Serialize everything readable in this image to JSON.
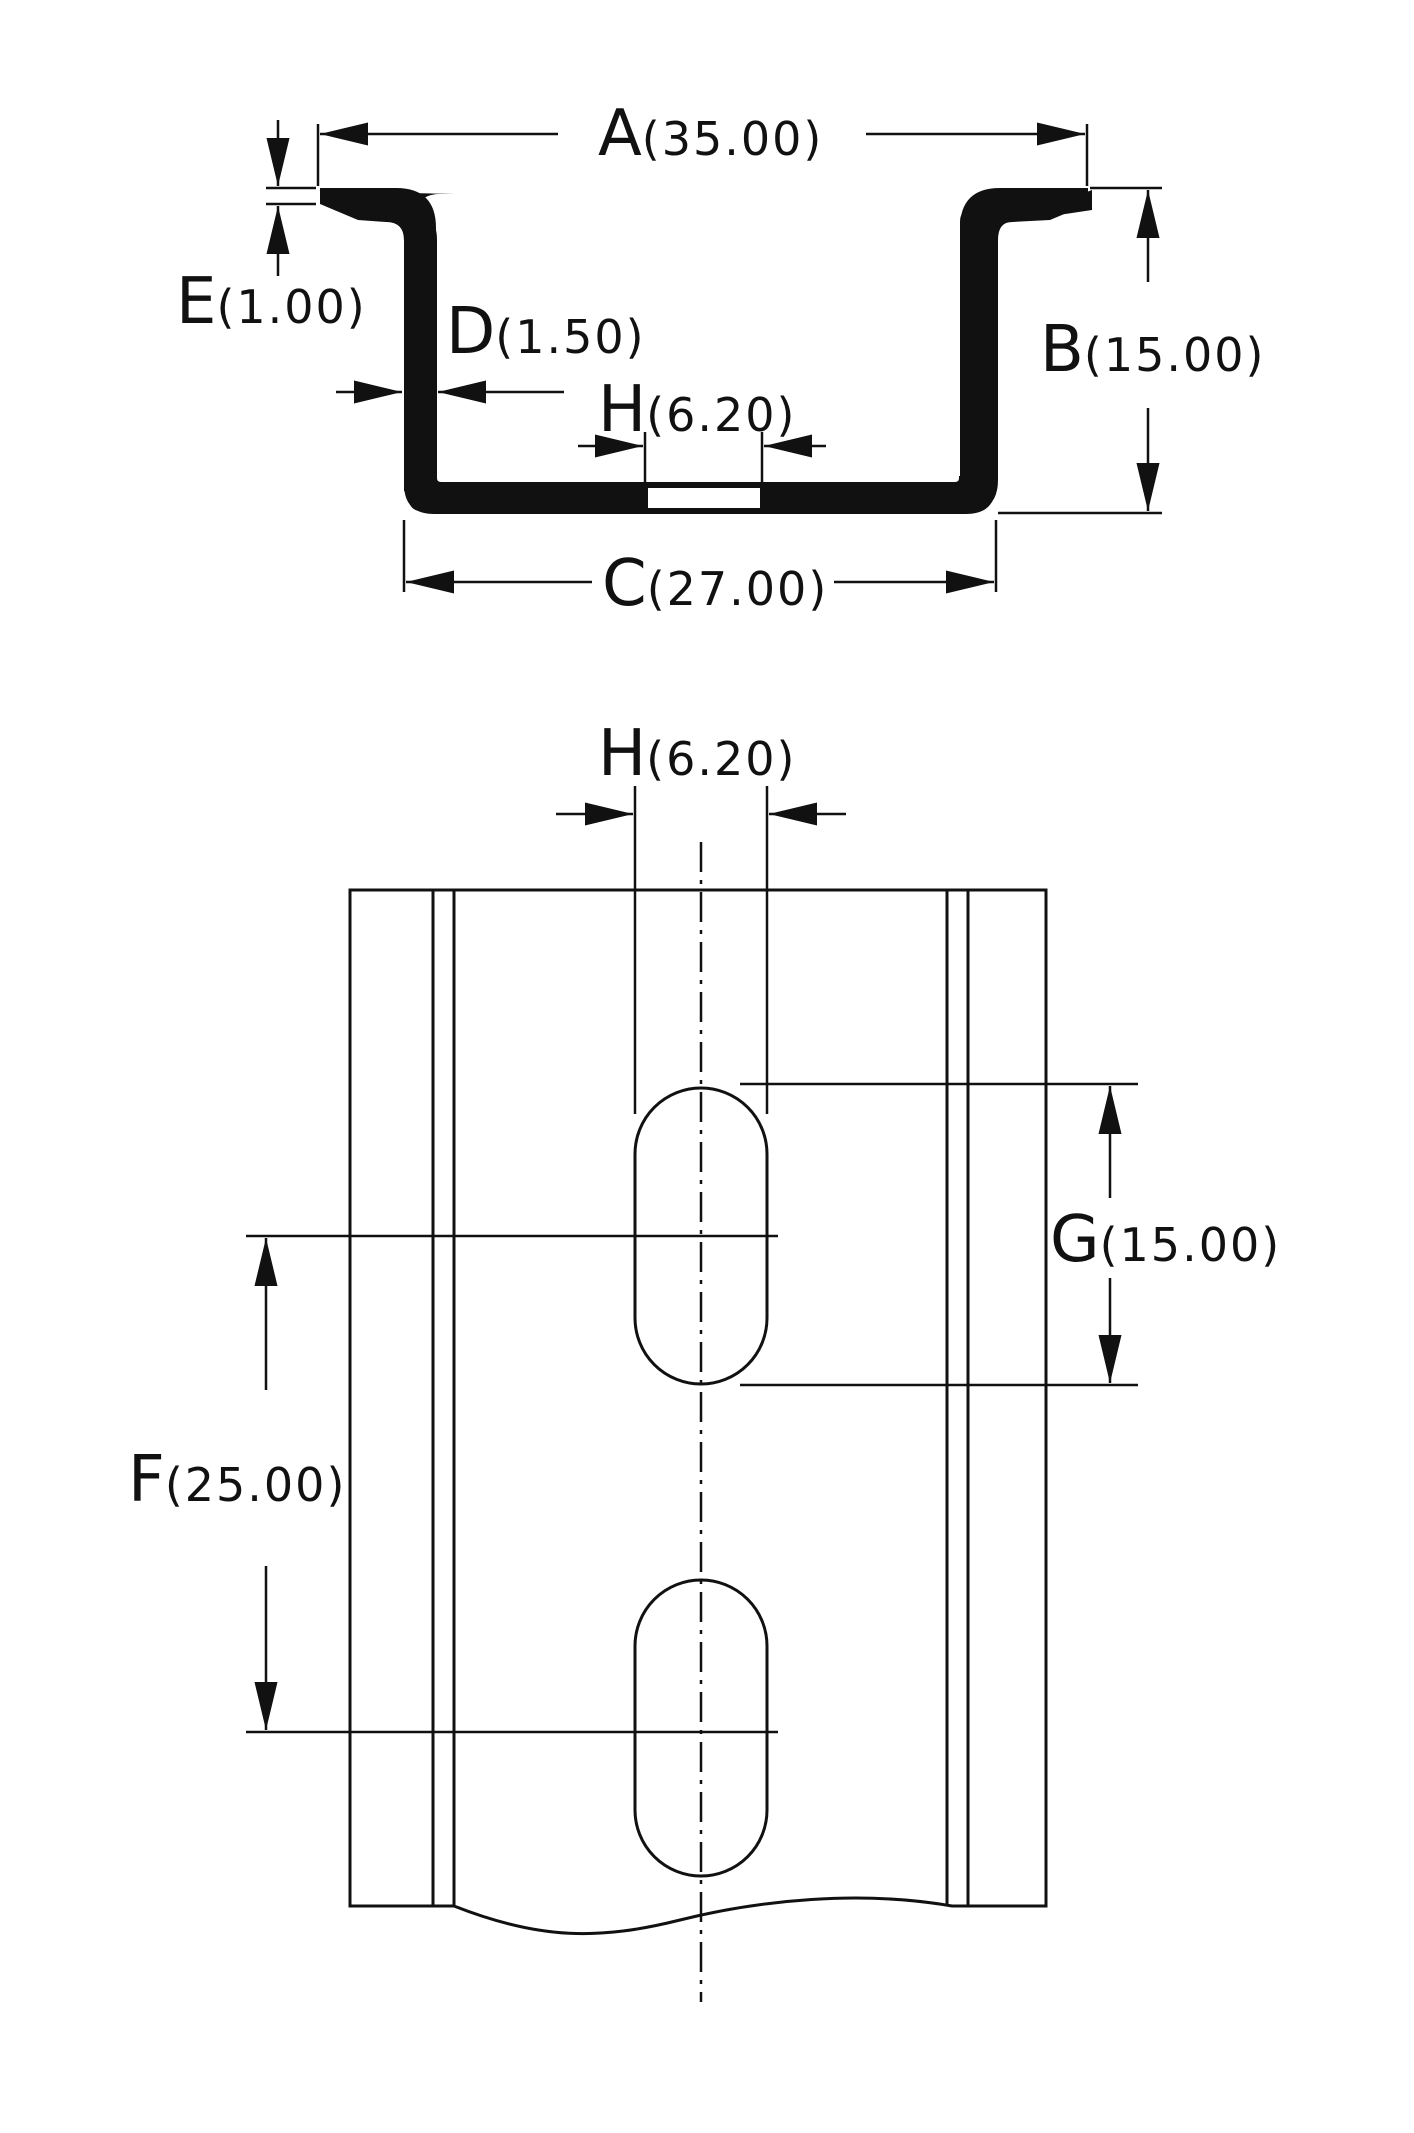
{
  "colors": {
    "ink": "#111111",
    "background": "#ffffff"
  },
  "dimensions": {
    "A": {
      "letter": "A",
      "value": "(35.00)"
    },
    "B": {
      "letter": "B",
      "value": "(15.00)"
    },
    "C": {
      "letter": "C",
      "value": "(27.00)"
    },
    "D": {
      "letter": "D",
      "value": "(1.50)"
    },
    "E": {
      "letter": "E",
      "value": "(1.00)"
    },
    "H": {
      "letter": "H",
      "value": "(6.20)"
    },
    "F": {
      "letter": "F",
      "value": "(25.00)"
    },
    "G": {
      "letter": "G",
      "value": "(15.00)"
    }
  }
}
